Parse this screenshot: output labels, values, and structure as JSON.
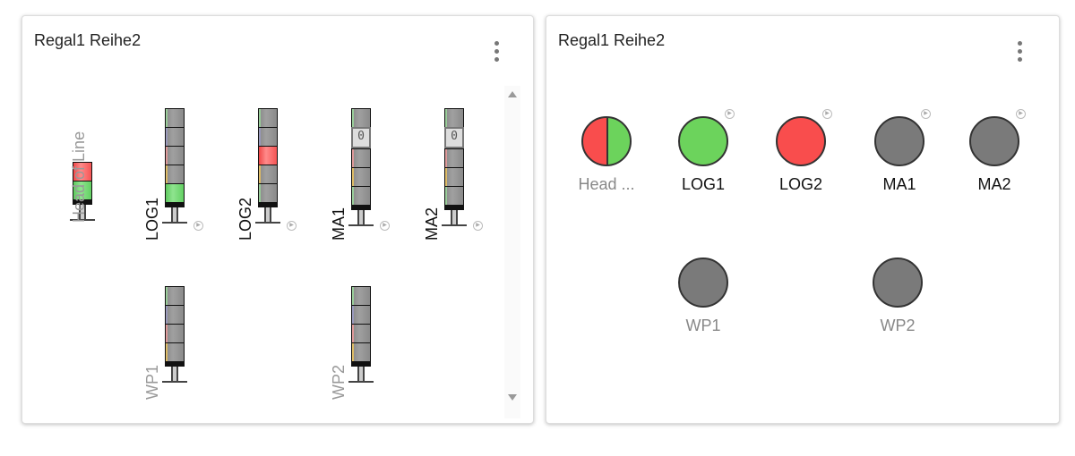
{
  "left_panel": {
    "title": "Regal1 Reihe2",
    "devices": [
      {
        "name": "Head of Line",
        "muted": true,
        "segments": [
          "on-r",
          "on-g"
        ],
        "play": false
      },
      {
        "name": "LOG1",
        "segments": [
          "off",
          "off",
          "off",
          "off",
          "on-g"
        ],
        "play": true
      },
      {
        "name": "LOG2",
        "segments": [
          "off",
          "off",
          "on-r",
          "off",
          "off"
        ],
        "play": true
      },
      {
        "name": "MA1",
        "segments": [
          "off",
          "disp",
          "off",
          "off",
          "off"
        ],
        "display": "0",
        "play": true
      },
      {
        "name": "MA2",
        "segments": [
          "off",
          "disp",
          "off",
          "off",
          "off"
        ],
        "display": "0",
        "play": true
      },
      {
        "name": "WP1",
        "muted": true,
        "segments": [
          "off",
          "off",
          "off",
          "off"
        ],
        "play": false
      },
      {
        "name": "WP2",
        "muted": true,
        "segments": [
          "off",
          "off",
          "off",
          "off"
        ],
        "play": false
      }
    ]
  },
  "right_panel": {
    "title": "Regal1 Reihe2",
    "devices": [
      {
        "name": "Head ...",
        "muted": true,
        "state": "split"
      },
      {
        "name": "LOG1",
        "state": "green",
        "play": true
      },
      {
        "name": "LOG2",
        "state": "red",
        "play": true
      },
      {
        "name": "MA1",
        "state": "gray",
        "play": true
      },
      {
        "name": "MA2",
        "state": "gray",
        "play": true
      },
      {
        "name": "WP1",
        "muted": true,
        "state": "gray"
      },
      {
        "name": "WP2",
        "muted": true,
        "state": "gray"
      }
    ]
  },
  "colors": {
    "green": "#6cd35c",
    "red": "#f94d4d",
    "gray": "#7a7a7a"
  }
}
